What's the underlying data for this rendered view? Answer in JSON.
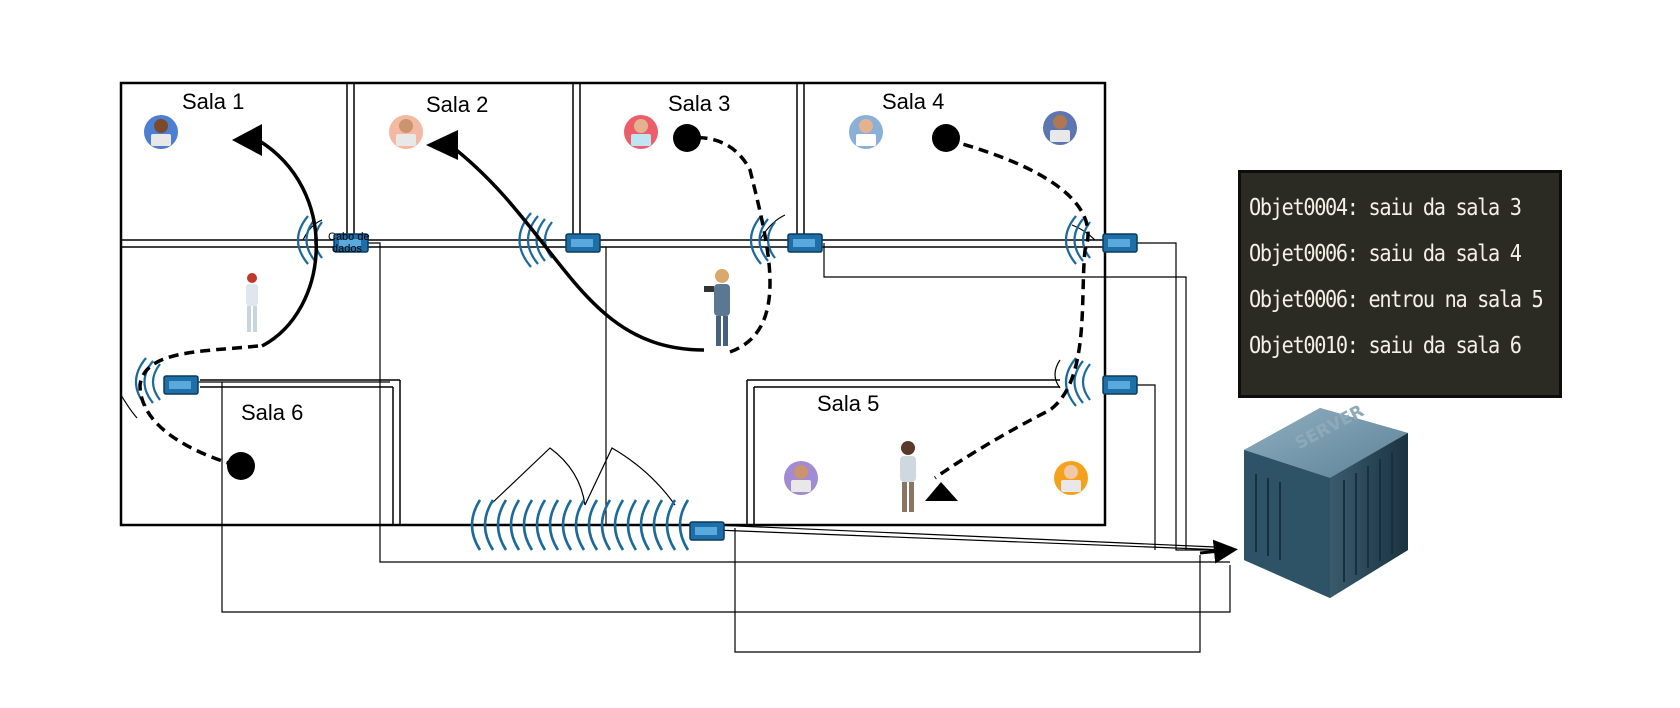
{
  "diagram": {
    "rooms": [
      {
        "id": "sala-1",
        "label": "Sala 1"
      },
      {
        "id": "sala-2",
        "label": "Sala 2"
      },
      {
        "id": "sala-3",
        "label": "Sala 3"
      },
      {
        "id": "sala-4",
        "label": "Sala 4"
      },
      {
        "id": "sala-5",
        "label": "Sala 5"
      },
      {
        "id": "sala-6",
        "label": "Sala 6"
      }
    ],
    "cable_label": "Cabo de dados",
    "server_label": "SERVER",
    "icons": {
      "sensor": "rfid-reader-icon",
      "server": "server-icon",
      "person": "person-icon",
      "avatar": "person-avatar-icon"
    },
    "colors": {
      "wall": "#000000",
      "sensor": "#1e6fa8",
      "signal_wave": "#1b6a9a",
      "terminal_bg": "#2b2b24",
      "terminal_text": "#f3f1e6",
      "server_body": "#3c6478"
    }
  },
  "terminal": {
    "lines": [
      "Objet0004: saiu da sala 3",
      "Objet0006: saiu da sala 4",
      "Objet0006: entrou na sala 5",
      "Objet0010: saiu da sala 6"
    ]
  }
}
